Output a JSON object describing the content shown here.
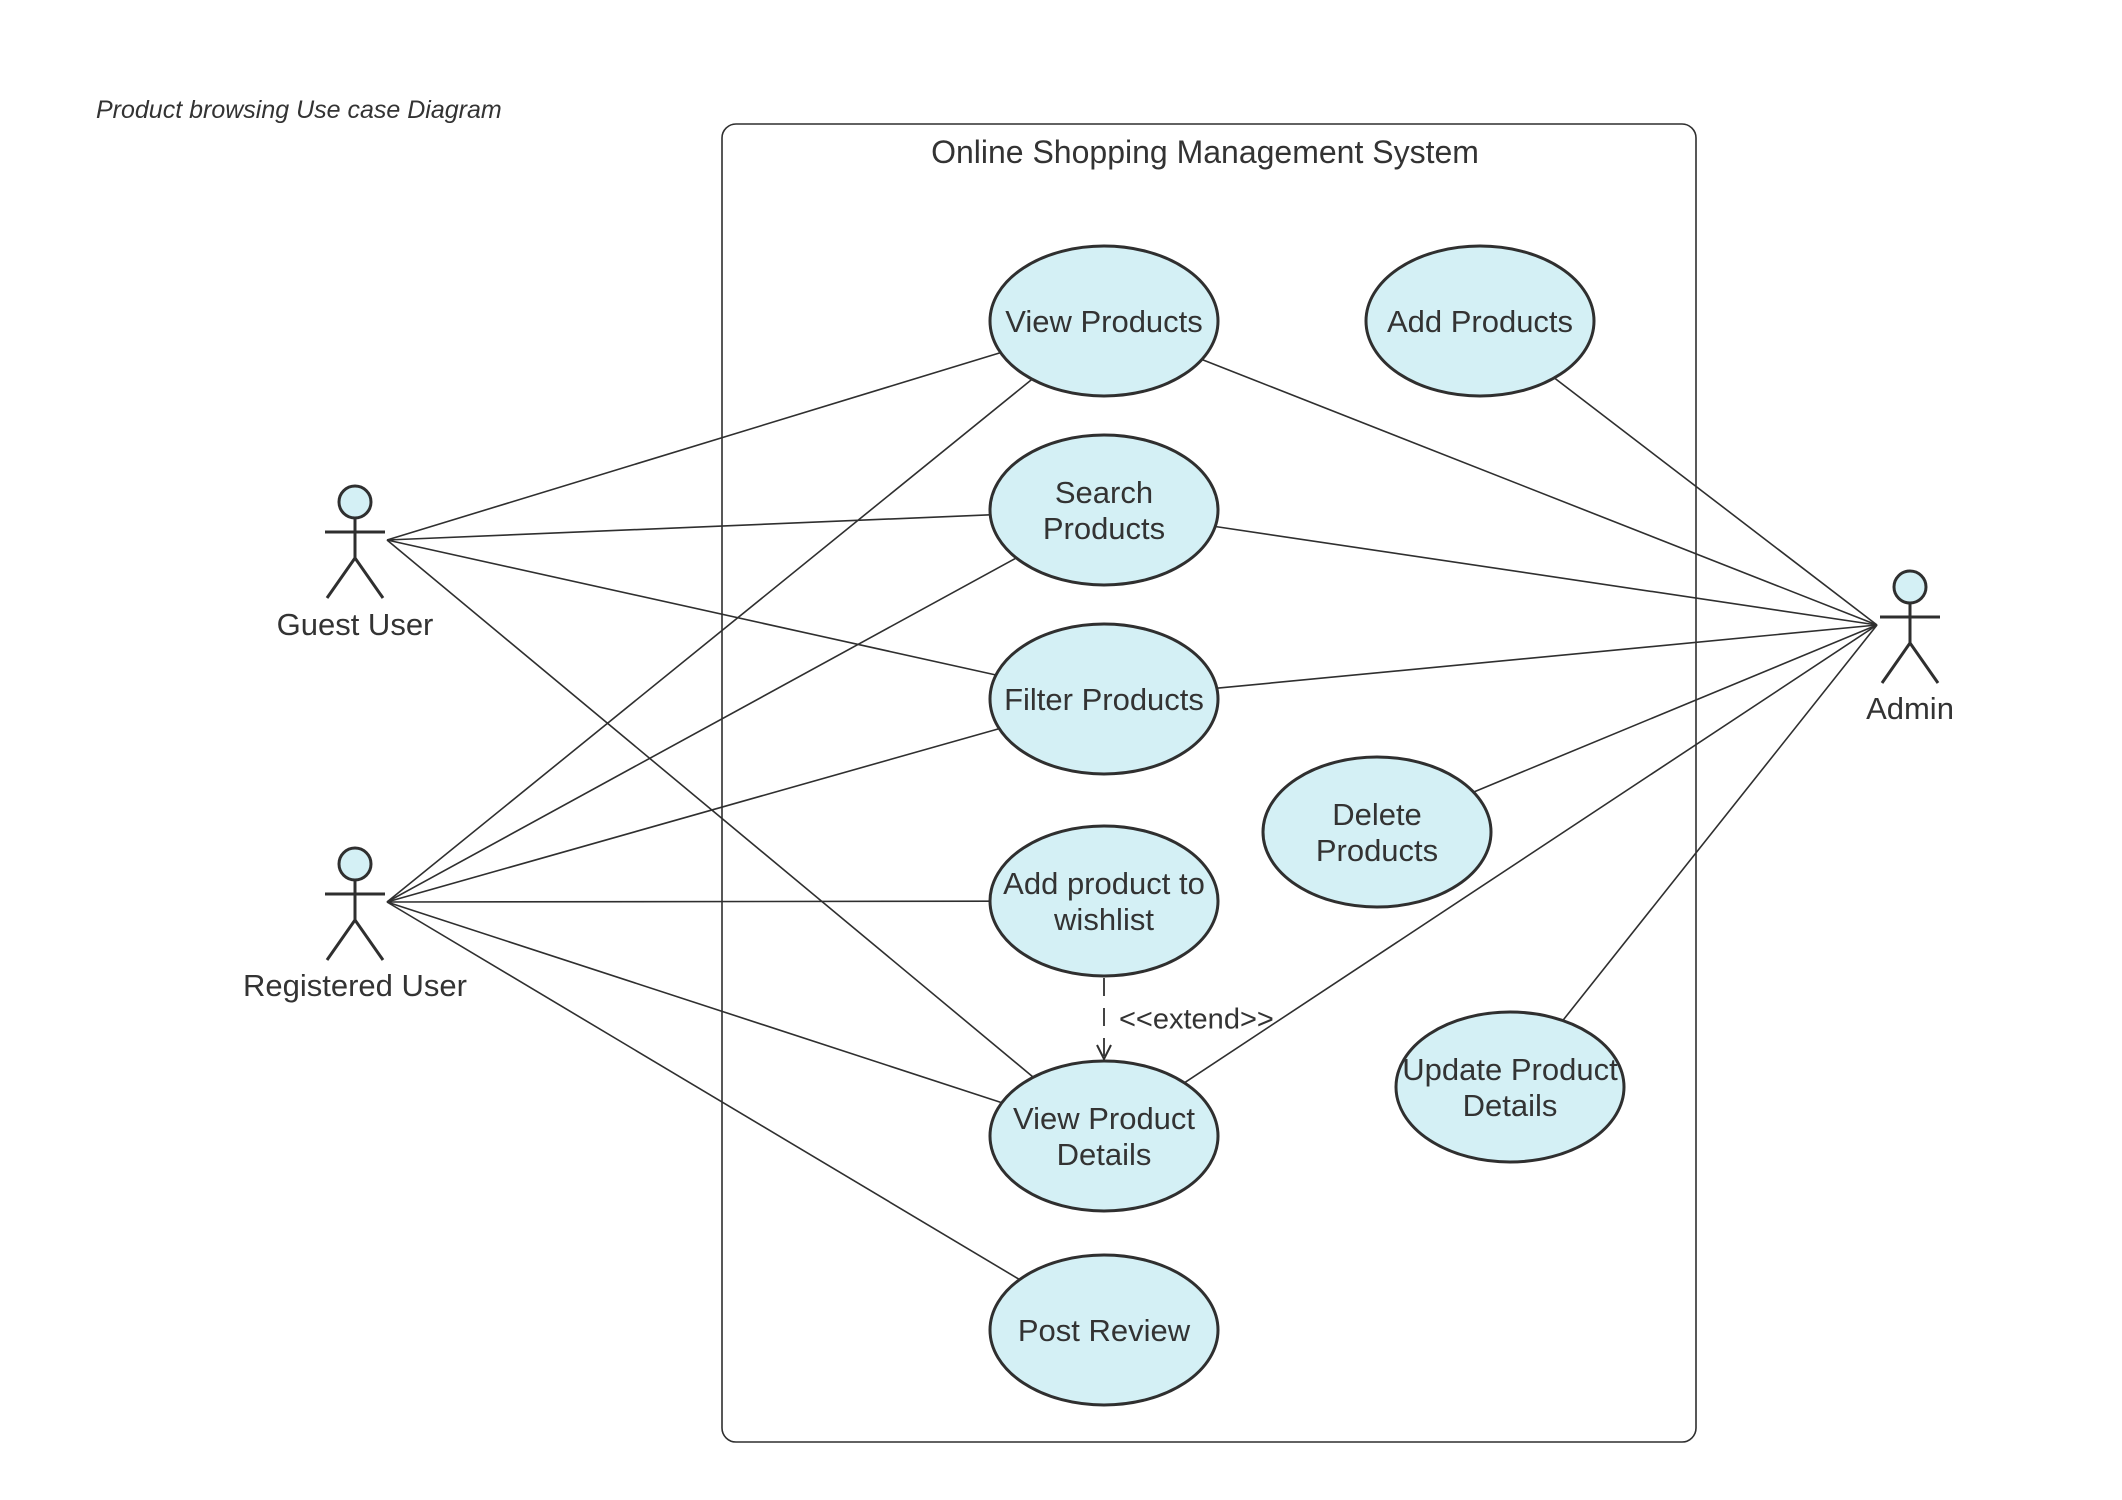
{
  "caption": "Product browsing Use case Diagram",
  "system": {
    "title": "Online Shopping Management System"
  },
  "colors": {
    "usecase_fill": "#d4f0f5",
    "stroke": "#2f2f2f",
    "text": "#333333",
    "background": "#ffffff"
  },
  "actors": [
    {
      "id": "guest",
      "label": "Guest User"
    },
    {
      "id": "registered",
      "label": "Registered User"
    },
    {
      "id": "admin",
      "label": "Admin"
    }
  ],
  "usecases": [
    {
      "id": "view_products",
      "lines": [
        "View Products"
      ]
    },
    {
      "id": "search_products",
      "lines": [
        "Search",
        "Products"
      ]
    },
    {
      "id": "filter_products",
      "lines": [
        "Filter Products"
      ]
    },
    {
      "id": "add_wishlist",
      "lines": [
        "Add product to",
        "wishlist"
      ]
    },
    {
      "id": "view_details",
      "lines": [
        "View Product",
        "Details"
      ]
    },
    {
      "id": "post_review",
      "lines": [
        "Post Review"
      ]
    },
    {
      "id": "add_products",
      "lines": [
        "Add Products"
      ]
    },
    {
      "id": "delete_products",
      "lines": [
        "Delete",
        "Products"
      ]
    },
    {
      "id": "update_details",
      "lines": [
        "Update Product",
        "Details"
      ]
    }
  ],
  "associations": [
    [
      "guest",
      "view_products"
    ],
    [
      "guest",
      "search_products"
    ],
    [
      "guest",
      "filter_products"
    ],
    [
      "guest",
      "view_details"
    ],
    [
      "registered",
      "view_products"
    ],
    [
      "registered",
      "search_products"
    ],
    [
      "registered",
      "filter_products"
    ],
    [
      "registered",
      "add_wishlist"
    ],
    [
      "registered",
      "view_details"
    ],
    [
      "registered",
      "post_review"
    ],
    [
      "admin",
      "view_products"
    ],
    [
      "admin",
      "search_products"
    ],
    [
      "admin",
      "filter_products"
    ],
    [
      "admin",
      "view_details"
    ],
    [
      "admin",
      "add_products"
    ],
    [
      "admin",
      "delete_products"
    ],
    [
      "admin",
      "update_details"
    ]
  ],
  "dependencies": [
    {
      "from": "add_wishlist",
      "to": "view_details",
      "label": "<<extend>>"
    }
  ]
}
